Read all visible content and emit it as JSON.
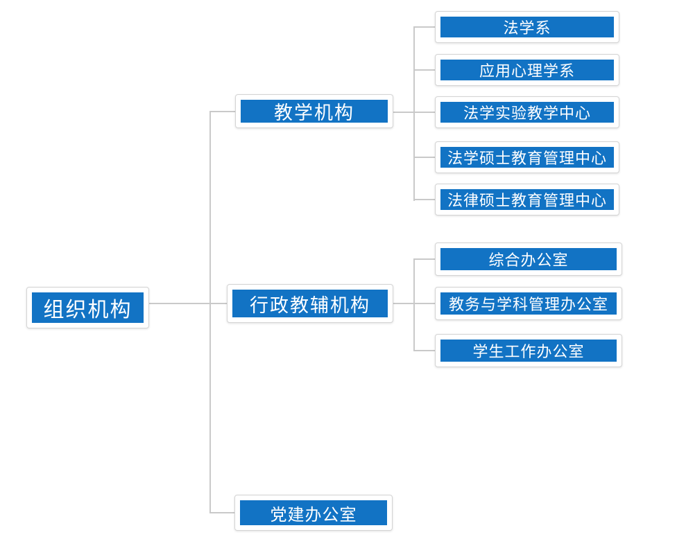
{
  "page": {
    "title": "组织机构图",
    "background_color": "#ffffff"
  },
  "colors": {
    "node_fill": "#1273c4",
    "node_text": "#ffffff",
    "node_frame_border": "#d4d4d4",
    "connector_line": "#c9c9c9"
  },
  "org_chart": {
    "root": {
      "label": "组织机构"
    },
    "branches": [
      {
        "label": "教学机构",
        "children": [
          {
            "label": "法学系"
          },
          {
            "label": "应用心理学系"
          },
          {
            "label": "法学实验教学中心"
          },
          {
            "label": "法学硕士教育管理中心"
          },
          {
            "label": "法律硕士教育管理中心"
          }
        ]
      },
      {
        "label": "行政教辅机构",
        "children": [
          {
            "label": "综合办公室"
          },
          {
            "label": "教务与学科管理办公室"
          },
          {
            "label": "学生工作办公室"
          }
        ]
      },
      {
        "label": "党建办公室",
        "children": []
      }
    ]
  }
}
